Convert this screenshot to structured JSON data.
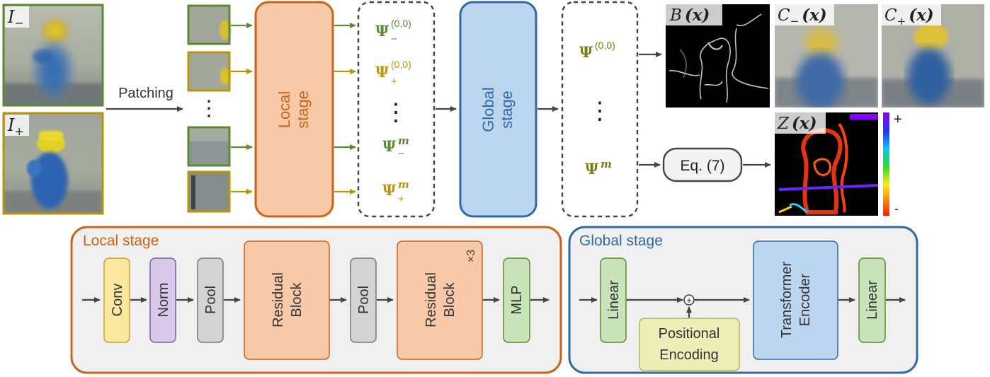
{
  "colors": {
    "green": "#5a8a32",
    "gold": "#b8940e",
    "orange": "#c8651b",
    "orange_fill": "#f8c9a8",
    "blue": "#2f6aa5",
    "blue_fill": "#bcd6ef",
    "arrow": "#444444",
    "panel_bg": "#f0f0f0",
    "conv_fill": "#fbe7a0",
    "norm_fill": "#d9c8ea",
    "pool_fill": "#d4d4d4",
    "mlp_fill": "#c9e4bb",
    "posenc_fill": "#eeeeb8",
    "enc_fill": "#bcd6ef"
  },
  "inputs": {
    "i_minus": {
      "sym": "I",
      "sub": "−"
    },
    "i_plus": {
      "sym": "I",
      "sub": "+"
    }
  },
  "patching_label": "Patching",
  "vdots": "⋮",
  "local_stage_label": [
    "Local",
    "stage"
  ],
  "global_stage_label": [
    "Global",
    "stage"
  ],
  "psi_entries": [
    {
      "base": "Ψ",
      "sup": "(0,0)",
      "sub": "−",
      "color": "green"
    },
    {
      "base": "Ψ",
      "sup": "(0,0)",
      "sub": "+",
      "color": "gold"
    },
    {
      "base": "Ψ",
      "sup": "m",
      "sub": "−",
      "color": "green"
    },
    {
      "base": "Ψ",
      "sup": "m",
      "sub": "+",
      "color": "gold"
    }
  ],
  "psi_output": [
    {
      "base": "Ψ",
      "sup": "(0,0)"
    },
    {
      "base": "Ψ",
      "sup": "m"
    }
  ],
  "eq_label": "Eq. (7)",
  "outputs": {
    "b": {
      "sym": "B",
      "arg": "(x)"
    },
    "c_minus": {
      "sym": "C",
      "sub": "−",
      "arg": "(x)"
    },
    "c_plus": {
      "sym": "C",
      "sub": "+",
      "arg": "(x)"
    },
    "z": {
      "sym": "Z",
      "arg": "(x)"
    }
  },
  "colorbar": {
    "max": "+",
    "min": "-"
  },
  "local_panel": {
    "title": "Local stage",
    "blocks": {
      "conv": "Conv",
      "norm": "Norm",
      "pool1": "Pool",
      "residual1": [
        "Residual",
        "Block"
      ],
      "pool2": "Pool",
      "residual2": [
        "Residual",
        "Block"
      ],
      "repeat": "×3",
      "mlp": "MLP"
    }
  },
  "global_panel": {
    "title": "Global stage",
    "blocks": {
      "linear1": "Linear",
      "posenc": [
        "Positional",
        "Encoding"
      ],
      "plus": "+",
      "transformer": [
        "Transformer",
        "Encoder"
      ],
      "linear2": "Linear"
    }
  }
}
